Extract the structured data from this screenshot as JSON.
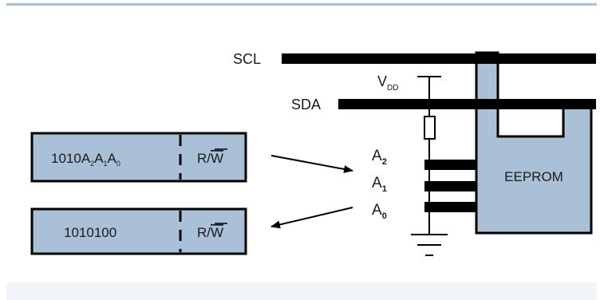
{
  "colors": {
    "frame_top": "#a9c0d6",
    "bottom_band": "#f1f5f9",
    "box_fill": "#a9c0d6",
    "line": "#000000"
  },
  "bus": {
    "scl_label": "SCL",
    "sda_label": "SDA"
  },
  "power": {
    "v_main": "V",
    "v_sub": "DD"
  },
  "pins": [
    {
      "main": "A",
      "sub": "2"
    },
    {
      "main": "A",
      "sub": "1"
    },
    {
      "main": "A",
      "sub": "0"
    }
  ],
  "eeprom_label": "EEPROM",
  "packet_top": {
    "bits": "1010",
    "a2": {
      "main": "A",
      "sub": "2"
    },
    "a1": {
      "main": "A",
      "sub": "1"
    },
    "a0": {
      "main": "A",
      "sub": "0"
    },
    "rw_r": "R/",
    "rw_w": "W"
  },
  "packet_bottom": {
    "bits": "1010100",
    "rw_r": "R/",
    "rw_w": "W"
  }
}
